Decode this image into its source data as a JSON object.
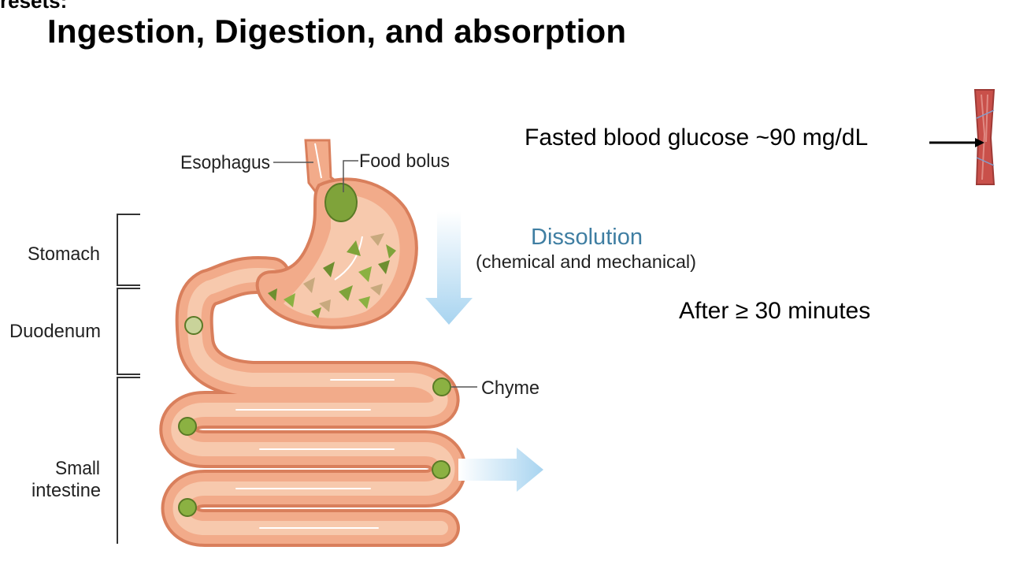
{
  "slide": {
    "cut_off_text": "resets:",
    "title": "Ingestion, Digestion, and absorption",
    "glucose_label": "Fasted blood glucose ~90 mg/dL",
    "time_label": "After ≥ 30 minutes"
  },
  "diagram": {
    "labels": {
      "esophagus": "Esophagus",
      "food_bolus": "Food bolus",
      "stomach": "Stomach",
      "duodenum": "Duodenum",
      "chyme": "Chyme",
      "small_intestine_line1": "Small",
      "small_intestine_line2": "intestine",
      "dissolution": "Dissolution",
      "dissolution_sub": "(chemical and mechanical)"
    },
    "colors": {
      "organ_fill": "#f2ab8a",
      "organ_edge": "#d97f5c",
      "organ_inner": "#f7c9ad",
      "food": "#7fa33a",
      "arrow_blue": "#a8d4f0",
      "text_blue": "#3f7ea2",
      "vessel": "#c9504a"
    }
  }
}
